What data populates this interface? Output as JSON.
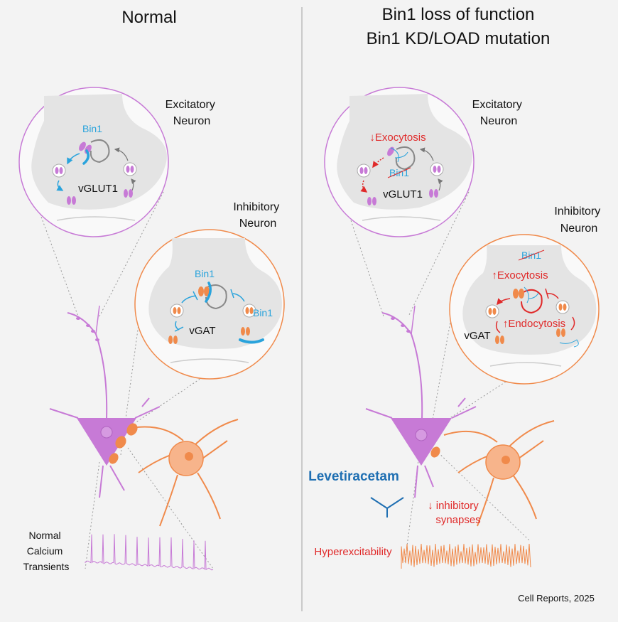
{
  "left": {
    "title": "Normal",
    "excitatory_label": [
      "Excitatory",
      "Neuron"
    ],
    "inhibitory_label": [
      "Inhibitory",
      "Neuron"
    ],
    "exc_bin1": "Bin1",
    "exc_transporter": "vGLUT1",
    "inh_bin1_top": "Bin1",
    "inh_bin1_right": "Bin1",
    "inh_transporter": "vGAT",
    "calcium_label": [
      "Normal",
      "Calcium",
      "Transients"
    ]
  },
  "right": {
    "title_line1": "Bin1 loss of function",
    "title_line2": "Bin1 KD/LOAD mutation",
    "excitatory_label": [
      "Excitatory",
      "Neuron"
    ],
    "inhibitory_label": [
      "Inhibitory",
      "Neuron"
    ],
    "exc_exocytosis": "↓Exocytosis",
    "exc_bin1": "Bin1",
    "exc_transporter": "vGLUT1",
    "inh_bin1": "Bin1",
    "inh_exocytosis": "↑Exocytosis",
    "inh_endocytosis": "↑Endocytosis",
    "inh_transporter": "vGAT",
    "drug": "Levetiracetam",
    "inhibitory_synapses": [
      "↓ inhibitory",
      "synapses"
    ],
    "hyperexcitability": "Hyperexcitability"
  },
  "citation": "Cell Reports, 2025",
  "colors": {
    "excitatory": "#c77ad6",
    "inhibitory": "#f08a4b",
    "bin1": "#29a3dc",
    "alert": "#e02a2a",
    "drug": "#1f6fb2"
  }
}
